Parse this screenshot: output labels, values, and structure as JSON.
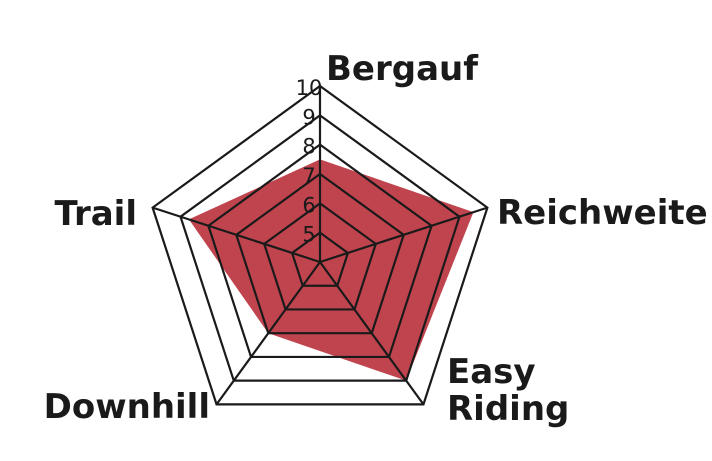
{
  "chart_data": {
    "type": "radar",
    "axes": [
      "Bergauf",
      "Reichweite",
      "Easy Riding",
      "Downhill",
      "Trail"
    ],
    "axis_label_lines": [
      [
        "Bergauf"
      ],
      [
        "Reichweite"
      ],
      [
        "Easy",
        "Riding"
      ],
      [
        "Downhill"
      ],
      [
        "Trail"
      ]
    ],
    "values": [
      7.5,
      9.5,
      9.0,
      7.0,
      8.7
    ],
    "r_range": [
      4,
      10
    ],
    "ticks": [
      "5",
      "6",
      "7",
      "8",
      "9",
      "10"
    ],
    "fill_color": "#c0444e",
    "grid_color": "#1a1a1a"
  }
}
